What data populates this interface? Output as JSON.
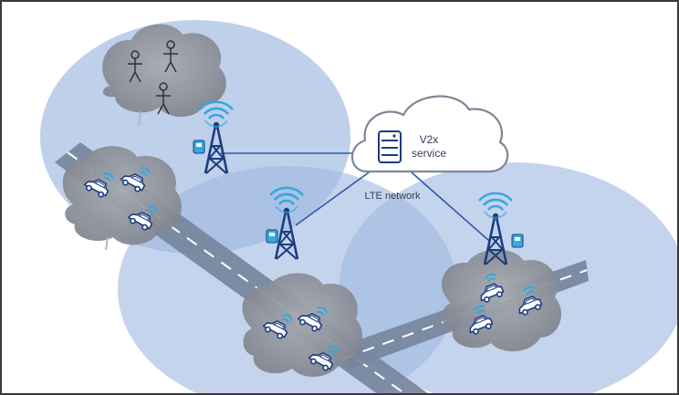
{
  "cloud_service": {
    "line1": "V2x",
    "line2": "service",
    "server_icon": "server-icon"
  },
  "network": {
    "label": "LTE network"
  },
  "icons": {
    "tower": "cell-tower-icon",
    "car": "connected-car-icon",
    "person": "pedestrian-icon",
    "rsu": "roadside-unit-icon"
  },
  "colors": {
    "coverage_fill": "#9fb9e0",
    "link_line": "#2e5aa6",
    "tower": "#1b3d80",
    "signal_waves": "#35a9de",
    "cloud_outline": "#7d8796",
    "road": "#75859d",
    "cluster_cloud": "#8b8e96",
    "text": "#2f3d55"
  }
}
